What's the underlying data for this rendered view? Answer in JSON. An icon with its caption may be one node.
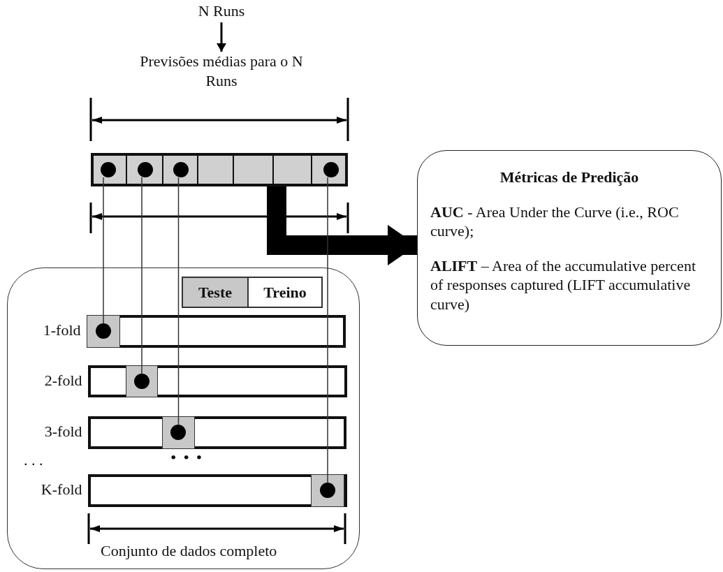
{
  "diagram": {
    "nodes": [
      {
        "text": [
          "N Runs"
        ]
      },
      {
        "text": [
          "Previsões médias para o N Runs"
        ]
      },
      {
        "text": [],
        "shape": "bar"
      },
      {
        "text": [],
        "shape": "box",
        "in": 2
      },
      {
        "text": [],
        "shape": "box",
        "in": 2
      },
      {
        "text": [],
        "shape": "box",
        "in": 2
      },
      {
        "text": [],
        "shape": "box",
        "in": 2
      },
      {
        "text": [],
        "shape": "box",
        "in": 2
      },
      {
        "text": [],
        "shape": "box",
        "in": 2
      },
      {
        "text": [],
        "shape": "box",
        "in": 2
      },
      {
        "text": [
          "Métricas de Predição",
          "**AUC** - Area Under the Curve (i.e., ROC curve);",
          "**ALIFT** – Area of the accumulative percent of responses captured (LIFT accumulative curve)"
        ]
      },
      {
        "text": [],
        "shape": "box"
      },
      {
        "text": [],
        "shape": "bar",
        "in": 11,
        "beside": [
          "1-fold"
        ]
      },
      {
        "text": [],
        "shape": "bar",
        "in": 11,
        "beside": [
          "2-fold"
        ]
      },
      {
        "text": [],
        "shape": "bar",
        "in": 11,
        "beside": [
          "3-fold"
        ]
      },
      {
        "text": [],
        "shape": "bar",
        "in": 11,
        "beside": [
          "K-fold"
        ]
      },
      {
        "text": [],
        "shape": "box",
        "in": 12
      },
      {
        "text": [],
        "shape": "box",
        "in": 13
      },
      {
        "text": [],
        "shape": "box",
        "in": 14
      },
      {
        "text": [],
        "shape": "box",
        "in": 15
      },
      {
        "text": [],
        "shape": "circle",
        "in": 3
      },
      {
        "text": [],
        "shape": "circle",
        "in": 4
      },
      {
        "text": [],
        "shape": "circle",
        "in": 5
      },
      {
        "text": [],
        "shape": "circle",
        "in": 9
      },
      {
        "text": [],
        "shape": "circle",
        "in": 16
      },
      {
        "text": [],
        "shape": "circle",
        "in": 17
      },
      {
        "text": [],
        "shape": "circle",
        "in": 18
      },
      {
        "text": [],
        "shape": "circle",
        "in": 19
      }
    ],
    "edges": [
      {
        "from": 0,
        "to": 1,
        "arrow": "to"
      },
      {
        "from": 2,
        "to": 10,
        "arrow": "to",
        "style": "thick"
      },
      {
        "from": 20,
        "to": 24,
        "arrow": "none"
      },
      {
        "from": 21,
        "to": 25,
        "arrow": "none"
      },
      {
        "from": 22,
        "to": 26,
        "arrow": "none"
      },
      {
        "from": 23,
        "to": 27,
        "arrow": "none"
      }
    ],
    "labels": [
      ". . .",
      "• • •",
      "Conjunto de dados completo"
    ],
    "legend": [
      {
        "text": "Teste",
        "color": "#c8c8c8"
      },
      {
        "text": "Treino",
        "color": "#ffffff"
      }
    ]
  }
}
